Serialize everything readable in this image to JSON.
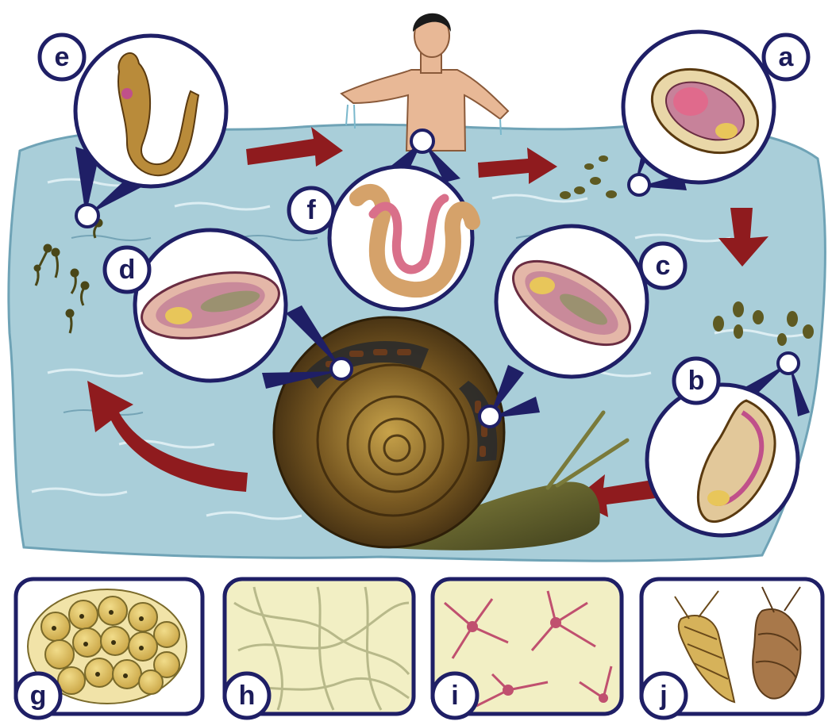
{
  "labels": {
    "a": "a",
    "b": "b",
    "c": "c",
    "d": "d",
    "e": "e",
    "f": "f",
    "g": "g",
    "h": "h",
    "i": "i",
    "j": "j"
  },
  "colors": {
    "water": "#a9ced9",
    "water_stroke": "#6fa3b6",
    "arrow": "#8f1b1e",
    "circle_border": "#1f1f66",
    "shell": "#6b4a1e",
    "snail_body": "#5a5a2a",
    "worm_pink": "#d9708a",
    "cell_yellow": "#e2c76a",
    "panel_bg": "#f2efc4"
  }
}
